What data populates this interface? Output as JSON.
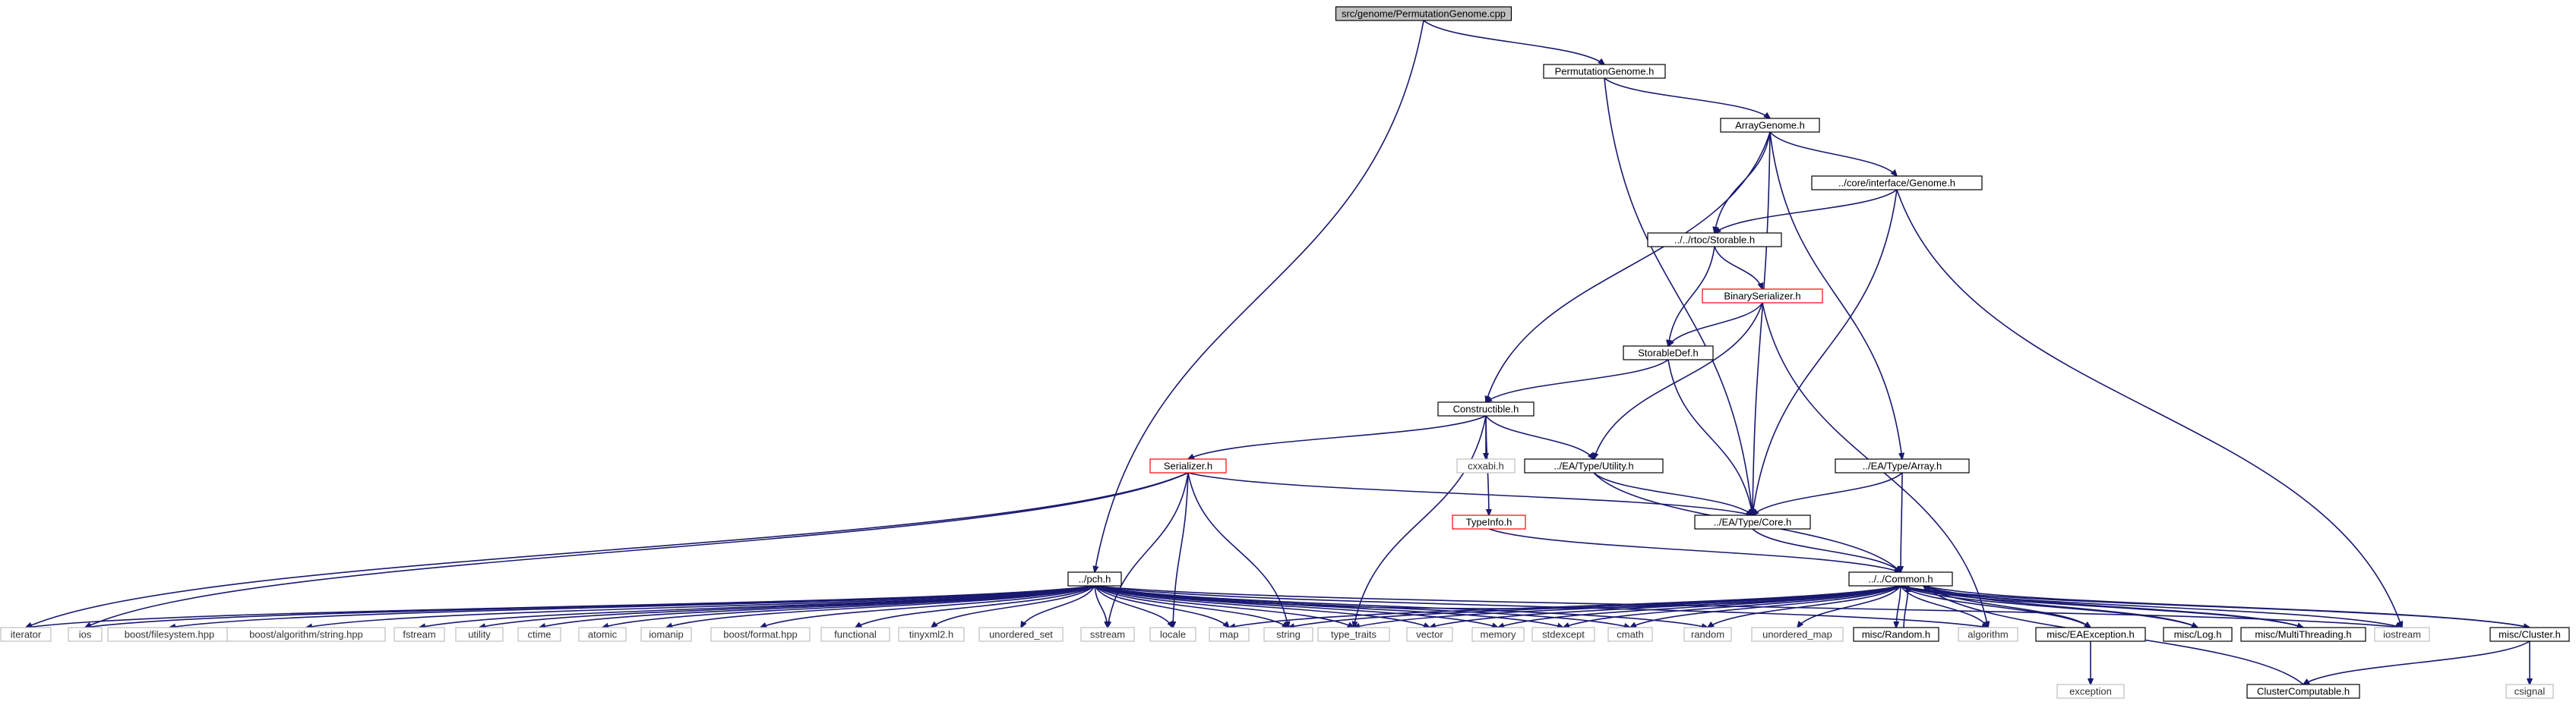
{
  "colors": {
    "edge": "#191970",
    "root_fill": "#bfbfbf",
    "node_border": "#000000",
    "incomplete_border": "#ff0000",
    "external_border": "#bfbfbf",
    "background": "#ffffff"
  },
  "nodes": [
    {
      "id": "root",
      "label": "src/genome/PermutationGenome.cpp",
      "kind": "root"
    },
    {
      "id": "permgenome",
      "label": "PermutationGenome.h",
      "kind": "normal"
    },
    {
      "id": "arraygenome",
      "label": "ArrayGenome.h",
      "kind": "normal"
    },
    {
      "id": "genome",
      "label": "../core/interface/Genome.h",
      "kind": "normal"
    },
    {
      "id": "storable",
      "label": "../../rtoc/Storable.h",
      "kind": "normal"
    },
    {
      "id": "binser",
      "label": "BinarySerializer.h",
      "kind": "incomplete"
    },
    {
      "id": "storabledef",
      "label": "StorableDef.h",
      "kind": "normal"
    },
    {
      "id": "constructible",
      "label": "Constructible.h",
      "kind": "normal"
    },
    {
      "id": "serializer",
      "label": "Serializer.h",
      "kind": "incomplete"
    },
    {
      "id": "cxxabi",
      "label": "cxxabi.h",
      "kind": "external"
    },
    {
      "id": "utility_h",
      "label": "../EA/Type/Utility.h",
      "kind": "normal"
    },
    {
      "id": "array_h",
      "label": "../EA/Type/Array.h",
      "kind": "normal"
    },
    {
      "id": "typeinfo",
      "label": "TypeInfo.h",
      "kind": "incomplete"
    },
    {
      "id": "core",
      "label": "../EA/Type/Core.h",
      "kind": "normal"
    },
    {
      "id": "pch",
      "label": "../pch.h",
      "kind": "normal"
    },
    {
      "id": "common",
      "label": "../../Common.h",
      "kind": "normal"
    },
    {
      "id": "iterator",
      "label": "iterator",
      "kind": "external"
    },
    {
      "id": "ios",
      "label": "ios",
      "kind": "external"
    },
    {
      "id": "bfs",
      "label": "boost/filesystem.hpp",
      "kind": "external"
    },
    {
      "id": "bas",
      "label": "boost/algorithm/string.hpp",
      "kind": "external"
    },
    {
      "id": "fstream",
      "label": "fstream",
      "kind": "external"
    },
    {
      "id": "utility",
      "label": "utility",
      "kind": "external"
    },
    {
      "id": "ctime",
      "label": "ctime",
      "kind": "external"
    },
    {
      "id": "atomic",
      "label": "atomic",
      "kind": "external"
    },
    {
      "id": "iomanip",
      "label": "iomanip",
      "kind": "external"
    },
    {
      "id": "bformat",
      "label": "boost/format.hpp",
      "kind": "external"
    },
    {
      "id": "functional",
      "label": "functional",
      "kind": "external"
    },
    {
      "id": "tinyxml2",
      "label": "tinyxml2.h",
      "kind": "external"
    },
    {
      "id": "uset",
      "label": "unordered_set",
      "kind": "external"
    },
    {
      "id": "sstream",
      "label": "sstream",
      "kind": "external"
    },
    {
      "id": "locale",
      "label": "locale",
      "kind": "external"
    },
    {
      "id": "map",
      "label": "map",
      "kind": "external"
    },
    {
      "id": "string",
      "label": "string",
      "kind": "external"
    },
    {
      "id": "typetraits",
      "label": "type_traits",
      "kind": "external"
    },
    {
      "id": "vector",
      "label": "vector",
      "kind": "external"
    },
    {
      "id": "memory",
      "label": "memory",
      "kind": "external"
    },
    {
      "id": "stdexcept",
      "label": "stdexcept",
      "kind": "external"
    },
    {
      "id": "cmath",
      "label": "cmath",
      "kind": "external"
    },
    {
      "id": "random",
      "label": "random",
      "kind": "external"
    },
    {
      "id": "umap",
      "label": "unordered_map",
      "kind": "external"
    },
    {
      "id": "mrandom",
      "label": "misc/Random.h",
      "kind": "normal"
    },
    {
      "id": "algorithm",
      "label": "algorithm",
      "kind": "external"
    },
    {
      "id": "eaexc",
      "label": "misc/EAException.h",
      "kind": "normal"
    },
    {
      "id": "mlog",
      "label": "misc/Log.h",
      "kind": "normal"
    },
    {
      "id": "mthread",
      "label": "misc/MultiThreading.h",
      "kind": "normal"
    },
    {
      "id": "iostream",
      "label": "iostream",
      "kind": "external"
    },
    {
      "id": "mcluster",
      "label": "misc/Cluster.h",
      "kind": "normal"
    },
    {
      "id": "exception",
      "label": "exception",
      "kind": "external"
    },
    {
      "id": "clustcomp",
      "label": "ClusterComputable.h",
      "kind": "normal"
    },
    {
      "id": "csignal",
      "label": "csignal",
      "kind": "external"
    }
  ],
  "edges": [
    [
      "root",
      "permgenome"
    ],
    [
      "root",
      "pch"
    ],
    [
      "permgenome",
      "arraygenome"
    ],
    [
      "permgenome",
      "core"
    ],
    [
      "arraygenome",
      "genome"
    ],
    [
      "arraygenome",
      "storable"
    ],
    [
      "arraygenome",
      "constructible"
    ],
    [
      "arraygenome",
      "core"
    ],
    [
      "arraygenome",
      "array_h"
    ],
    [
      "genome",
      "storable"
    ],
    [
      "genome",
      "core"
    ],
    [
      "genome",
      "iostream"
    ],
    [
      "storable",
      "binser"
    ],
    [
      "storable",
      "storabledef"
    ],
    [
      "binser",
      "storabledef"
    ],
    [
      "binser",
      "utility_h"
    ],
    [
      "binser",
      "algorithm"
    ],
    [
      "storabledef",
      "constructible"
    ],
    [
      "storabledef",
      "core"
    ],
    [
      "constructible",
      "serializer"
    ],
    [
      "constructible",
      "cxxabi"
    ],
    [
      "constructible",
      "utility_h"
    ],
    [
      "constructible",
      "typeinfo"
    ],
    [
      "constructible",
      "typetraits"
    ],
    [
      "serializer",
      "core"
    ],
    [
      "serializer",
      "iterator"
    ],
    [
      "serializer",
      "ios"
    ],
    [
      "serializer",
      "sstream"
    ],
    [
      "serializer",
      "locale"
    ],
    [
      "serializer",
      "string"
    ],
    [
      "utility_h",
      "core"
    ],
    [
      "utility_h",
      "common"
    ],
    [
      "array_h",
      "core"
    ],
    [
      "array_h",
      "common"
    ],
    [
      "typeinfo",
      "common"
    ],
    [
      "core",
      "common"
    ],
    [
      "pch",
      "iterator"
    ],
    [
      "pch",
      "ios"
    ],
    [
      "pch",
      "bfs"
    ],
    [
      "pch",
      "bas"
    ],
    [
      "pch",
      "fstream"
    ],
    [
      "pch",
      "utility"
    ],
    [
      "pch",
      "ctime"
    ],
    [
      "pch",
      "atomic"
    ],
    [
      "pch",
      "iomanip"
    ],
    [
      "pch",
      "bformat"
    ],
    [
      "pch",
      "functional"
    ],
    [
      "pch",
      "tinyxml2"
    ],
    [
      "pch",
      "uset"
    ],
    [
      "pch",
      "sstream"
    ],
    [
      "pch",
      "locale"
    ],
    [
      "pch",
      "map"
    ],
    [
      "pch",
      "string"
    ],
    [
      "pch",
      "typetraits"
    ],
    [
      "pch",
      "vector"
    ],
    [
      "pch",
      "memory"
    ],
    [
      "pch",
      "stdexcept"
    ],
    [
      "pch",
      "cmath"
    ],
    [
      "pch",
      "random"
    ],
    [
      "pch",
      "algorithm"
    ],
    [
      "pch",
      "iostream"
    ],
    [
      "pch",
      "common"
    ],
    [
      "common",
      "map"
    ],
    [
      "common",
      "string"
    ],
    [
      "common",
      "typetraits"
    ],
    [
      "common",
      "vector"
    ],
    [
      "common",
      "memory"
    ],
    [
      "common",
      "stdexcept"
    ],
    [
      "common",
      "cmath"
    ],
    [
      "common",
      "random"
    ],
    [
      "common",
      "umap"
    ],
    [
      "common",
      "mrandom"
    ],
    [
      "common",
      "algorithm"
    ],
    [
      "common",
      "eaexc"
    ],
    [
      "common",
      "mlog"
    ],
    [
      "common",
      "mthread"
    ],
    [
      "common",
      "iostream"
    ],
    [
      "common",
      "mcluster"
    ],
    [
      "mrandom",
      "common"
    ],
    [
      "eaexc",
      "common"
    ],
    [
      "mlog",
      "common"
    ],
    [
      "mthread",
      "common"
    ],
    [
      "mcluster",
      "common"
    ],
    [
      "clustcomp",
      "common"
    ],
    [
      "eaexc",
      "exception"
    ],
    [
      "mcluster",
      "clustcomp"
    ],
    [
      "mcluster",
      "csignal"
    ]
  ]
}
